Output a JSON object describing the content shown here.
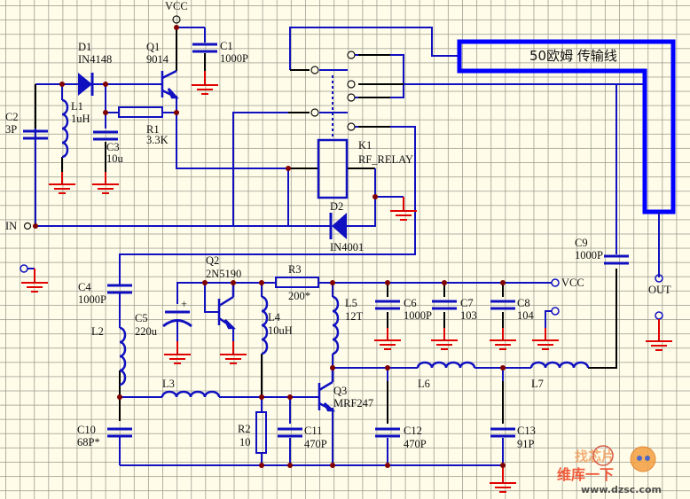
{
  "diagram": {
    "title": "RF amplifier with RF relay switching",
    "colors": {
      "wire": "#1010c0",
      "wire_dark": "#000000",
      "ground": "#e00000",
      "junction": "#800000",
      "grid_bg": "#fffde9",
      "transmission_line": "#0000ff"
    },
    "power_labels": {
      "vcc_top": "VCC",
      "vcc_right": "VCC"
    },
    "ports": {
      "input": "IN",
      "output": "OUT"
    },
    "transmission_line_label": "50欧姆 传输线",
    "components": {
      "D1": {
        "ref": "D1",
        "value": "IN4148"
      },
      "Q1": {
        "ref": "Q1",
        "value": "9014"
      },
      "C1": {
        "ref": "C1",
        "value": "1000P"
      },
      "C2": {
        "ref": "C2",
        "value": "3P"
      },
      "L1": {
        "ref": "L1",
        "value": "1uH"
      },
      "C3": {
        "ref": "C3",
        "value": "10u"
      },
      "R1": {
        "ref": "R1",
        "value": "3.3K"
      },
      "K1": {
        "ref": "K1",
        "value": "RF_RELAY"
      },
      "D2": {
        "ref": "D2",
        "value": "IN4001"
      },
      "Q2": {
        "ref": "Q2",
        "value": "2N5190"
      },
      "R3": {
        "ref": "R3",
        "value": "200*"
      },
      "C4": {
        "ref": "C4",
        "value": "1000P"
      },
      "C5": {
        "ref": "C5",
        "value": "220u",
        "polarity": "+"
      },
      "L4": {
        "ref": "L4",
        "value": "10uH"
      },
      "L5": {
        "ref": "L5",
        "value": "12T"
      },
      "C6": {
        "ref": "C6",
        "value": "1000P"
      },
      "C7": {
        "ref": "C7",
        "value": "103"
      },
      "C8": {
        "ref": "C8",
        "value": "104"
      },
      "C9": {
        "ref": "C9",
        "value": "1000P"
      },
      "L2": {
        "ref": "L2",
        "value": ""
      },
      "L3": {
        "ref": "L3",
        "value": ""
      },
      "L6": {
        "ref": "L6",
        "value": ""
      },
      "L7": {
        "ref": "L7",
        "value": ""
      },
      "Q3": {
        "ref": "Q3",
        "value": "MRF247"
      },
      "C10": {
        "ref": "C10",
        "value": "68P*"
      },
      "R2": {
        "ref": "R2",
        "value": "10"
      },
      "C11": {
        "ref": "C11",
        "value": "470P"
      },
      "C12": {
        "ref": "C12",
        "value": "470P"
      },
      "C13": {
        "ref": "C13",
        "value": "91P"
      }
    },
    "watermark": {
      "line1": "找芯片",
      "line2": "维库一下",
      "url": "www.dzsc.com"
    }
  }
}
